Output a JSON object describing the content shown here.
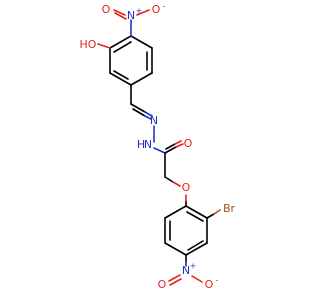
{
  "molecule": {
    "colors": {
      "carbon": "#000000",
      "oxygen": "#e8231c",
      "nitrogen": "#2233cc",
      "bromine": "#a0522d"
    },
    "atoms": {
      "nitro1_oxygen_left": "O",
      "nitro1_nitrogen": "N",
      "nitro1_plus": "+",
      "nitro1_oxygen_right": "O",
      "nitro1_minus": "-",
      "hydroxyl": "HO",
      "hydrazone_n1": "N",
      "hydrazone_n2": "N",
      "amide_h": "H",
      "carbonyl_oxygen": "O",
      "ether_oxygen": "O",
      "bromine": "Br",
      "nitro2_nitrogen": "N",
      "nitro2_plus": "+",
      "nitro2_oxygen_left": "O",
      "nitro2_oxygen_right": "O",
      "nitro2_minus": "-"
    }
  }
}
